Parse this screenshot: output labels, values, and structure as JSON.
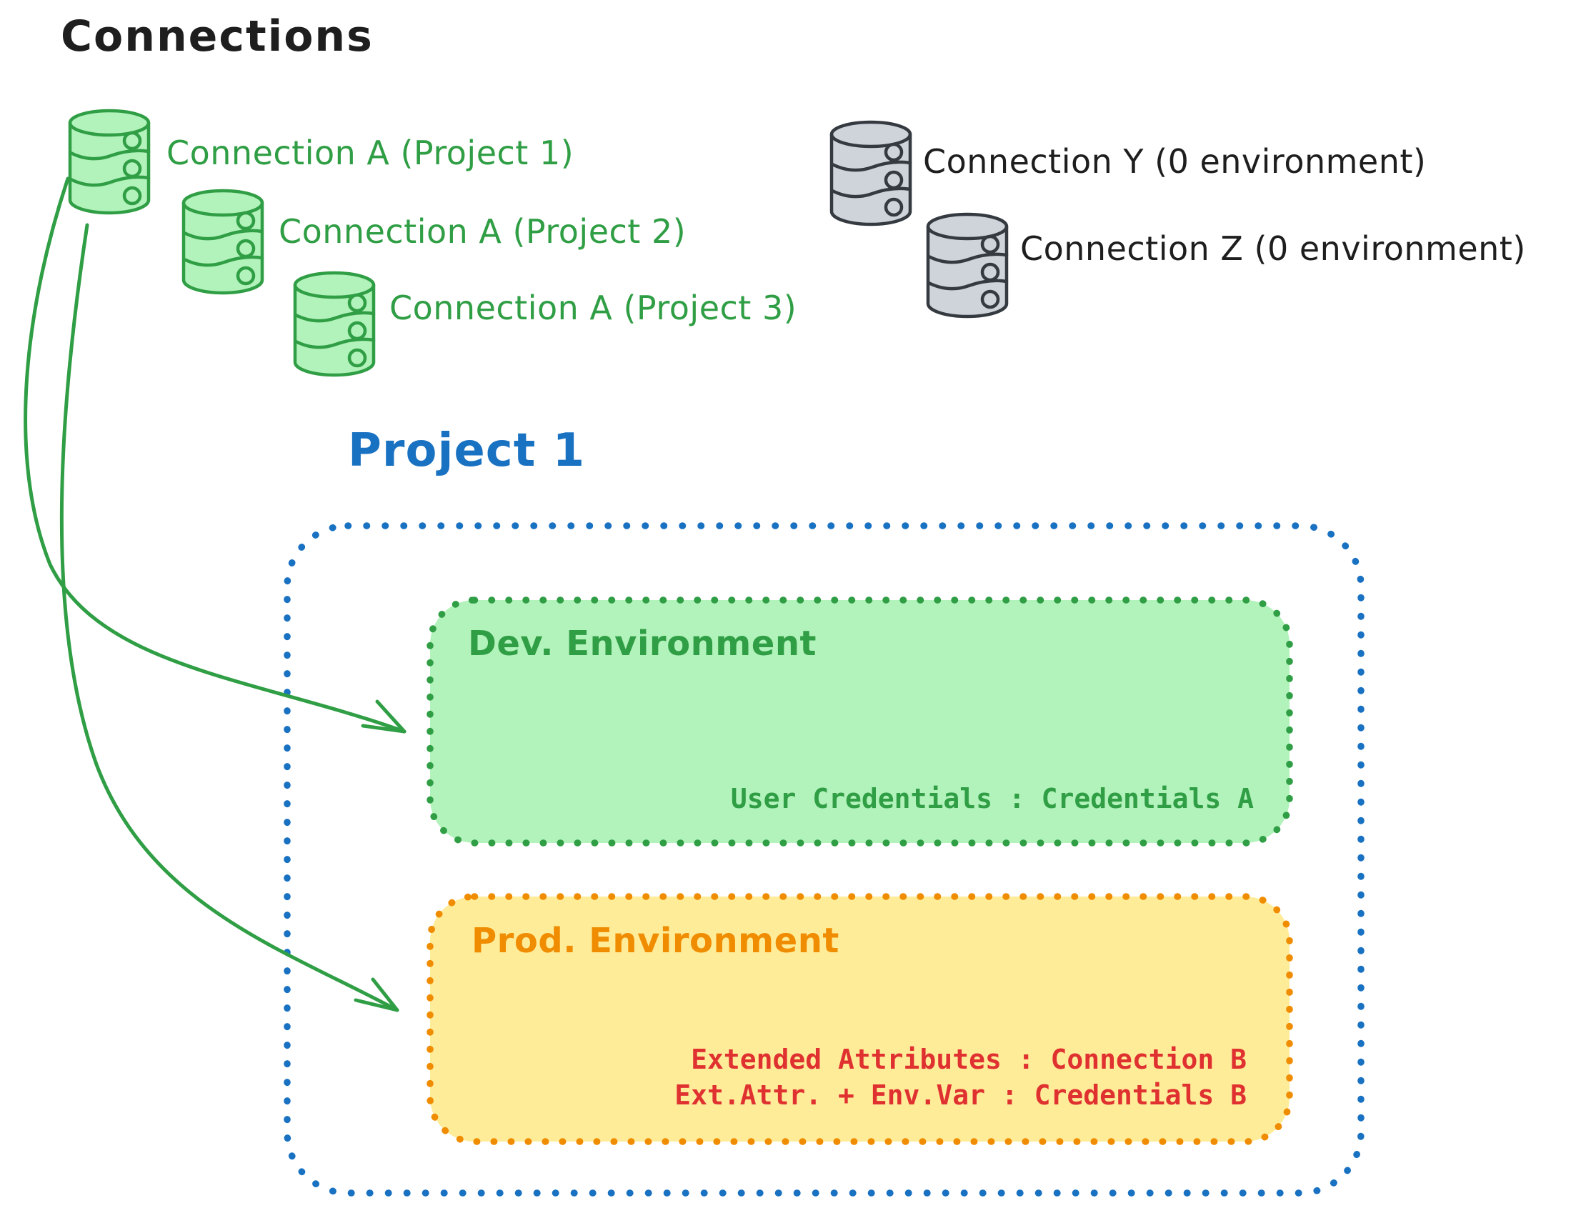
{
  "title": "Connections",
  "colors": {
    "ink": "#1e1e1e",
    "green": "#2f9e44",
    "green_fill": "#b2f2bb",
    "gray": "#343a40",
    "gray_fill": "#ced4da",
    "blue": "#1971c2",
    "orange": "#f08c00",
    "orange_fill": "#ffec99",
    "red": "#e03131"
  },
  "icons": {
    "database": "database-cylinder-icon"
  },
  "connections": {
    "assigned": [
      {
        "label": "Connection A (Project 1)"
      },
      {
        "label": "Connection A (Project 2)"
      },
      {
        "label": "Connection A (Project 3)"
      }
    ],
    "unassigned": [
      {
        "label": "Connection Y (0 environment)"
      },
      {
        "label": "Connection Z (0 environment)"
      }
    ]
  },
  "project": {
    "title": "Project 1",
    "environments": [
      {
        "name": "Dev. Environment",
        "mappings": [
          "User Credentials : Credentials A"
        ]
      },
      {
        "name": "Prod. Environment",
        "mappings": [
          "Extended Attributes : Connection B",
          "Ext.Attr. + Env.Var : Credentials B"
        ]
      }
    ]
  }
}
